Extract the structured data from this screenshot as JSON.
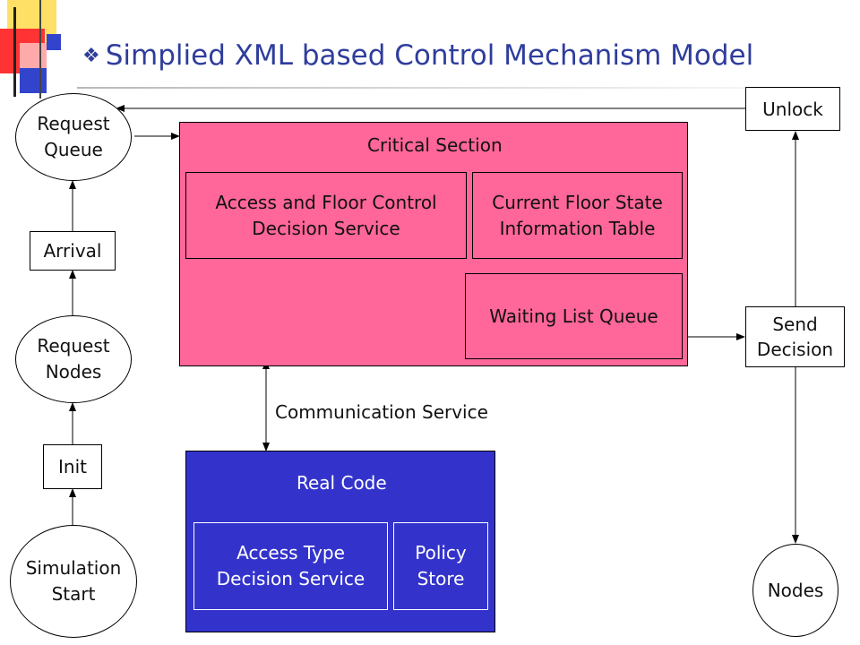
{
  "slide": {
    "title": "Simplied XML based Control Mechanism Model",
    "title_color": "#2f3d9c"
  },
  "left_column": {
    "request_queue": "Request\nQueue",
    "arrival": "Arrival",
    "request_nodes": "Request\nNodes",
    "init": "Init",
    "simulation_start": "Simulation\nStart"
  },
  "critical_section": {
    "title": "Critical Section",
    "color": "#ff6699",
    "access_floor_control": "Access and Floor Control\nDecision Service",
    "floor_state_table": "Current Floor State\nInformation Table",
    "waiting_list": "Waiting List Queue"
  },
  "communication_label": "Communication Service",
  "real_code": {
    "title": "Real Code",
    "color": "#3333cc",
    "access_type": "Access Type\nDecision Service",
    "policy_store": "Policy\nStore"
  },
  "right_column": {
    "unlock": "Unlock",
    "send_decision": "Send\nDecision",
    "nodes": "Nodes"
  }
}
